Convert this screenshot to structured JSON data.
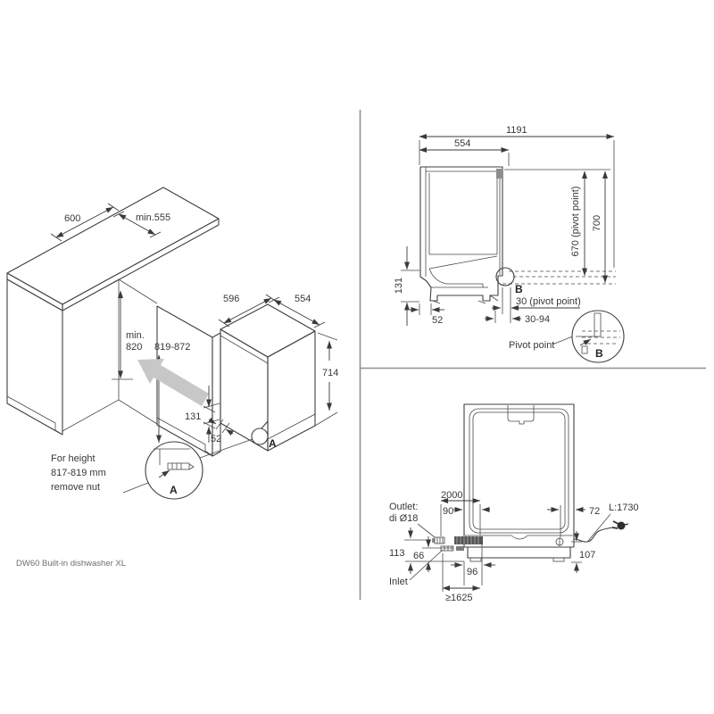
{
  "footer": {
    "label": "DW60 Built-in dishwasher XL"
  },
  "iso": {
    "dim_niche_width": "600",
    "dim_niche_depth": "min.555",
    "dim_min_line1": "min.",
    "dim_min_line2": "820",
    "dim_cabinet_height": "819-872",
    "dim_dw_width": "596",
    "dim_dw_depth": "554",
    "dim_dw_height": "714",
    "dim_base_height": "131",
    "dim_kick_depth": "52",
    "marker": "A",
    "detail": {
      "label": "A",
      "note_line1": "For height",
      "note_line2": "817-819 mm",
      "note_line3": "remove nut"
    }
  },
  "side": {
    "dim_total_depth": "1191",
    "dim_depth": "554",
    "dim_pivot_height": "670 (pivot point)",
    "dim_door_height": "700",
    "dim_base_height": "131",
    "dim_front_offset": "52",
    "dim_pivot_offset": "30 (pivot point)",
    "dim_adjust_range": "30-94",
    "marker": "B",
    "detail": {
      "label": "B",
      "caption": "Pivot point"
    }
  },
  "rear": {
    "dim_hose_length": "2000",
    "dim_outlet_offset": "90",
    "dim_cord_offset": "72",
    "cord_length": "L:1730",
    "dim_outlet_height": "113",
    "dim_inlet_height": "66",
    "dim_hose_offset": "96",
    "dim_cord_height": "107",
    "dim_min_extension": "≥1625",
    "outlet_label_line1": "Outlet:",
    "outlet_label_line2": "di Ø18",
    "inlet_label": "Inlet"
  },
  "colors": {
    "body_gray": "#b2b2b2",
    "side_panel_gray": "#a7a7a7",
    "door_gray": "#c3c3c3",
    "arrow_gray": "#c7c7c7",
    "line": "#3f3f3f"
  }
}
